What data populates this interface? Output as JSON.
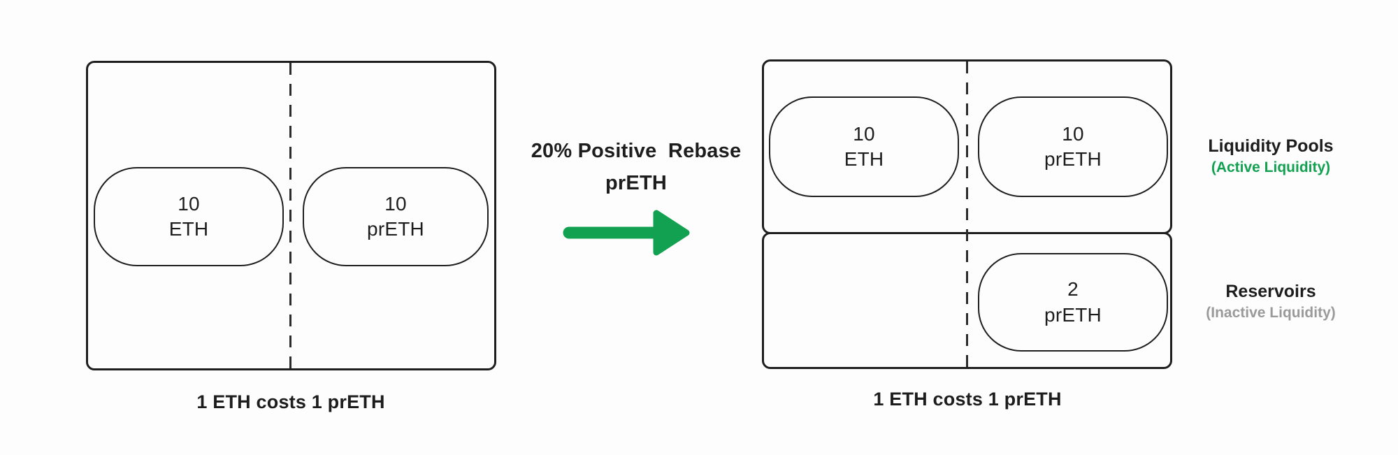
{
  "colors": {
    "green": "#12a150",
    "gray": "#9a9a9a",
    "ink": "#1d1d1d"
  },
  "left_figure": {
    "pools": [
      {
        "amount": "10",
        "token": "ETH"
      },
      {
        "amount": "10",
        "token": "prETH"
      }
    ],
    "caption": "1 ETH costs 1 prETH"
  },
  "transition": {
    "label_line1": "20% Positive  Rebase",
    "label_line2": "prETH",
    "arrow_icon": "right-arrow"
  },
  "right_figure": {
    "liquidity_pools": [
      {
        "amount": "10",
        "token": "ETH"
      },
      {
        "amount": "10",
        "token": "prETH"
      }
    ],
    "reservoirs": [
      {
        "amount": "2",
        "token": "prETH"
      }
    ],
    "caption": "1 ETH costs 1 prETH"
  },
  "legend": {
    "pools_title": "Liquidity Pools",
    "pools_subtitle": "(Active Liquidity)",
    "reservoirs_title": "Reservoirs",
    "reservoirs_subtitle": "(Inactive Liquidity)"
  }
}
